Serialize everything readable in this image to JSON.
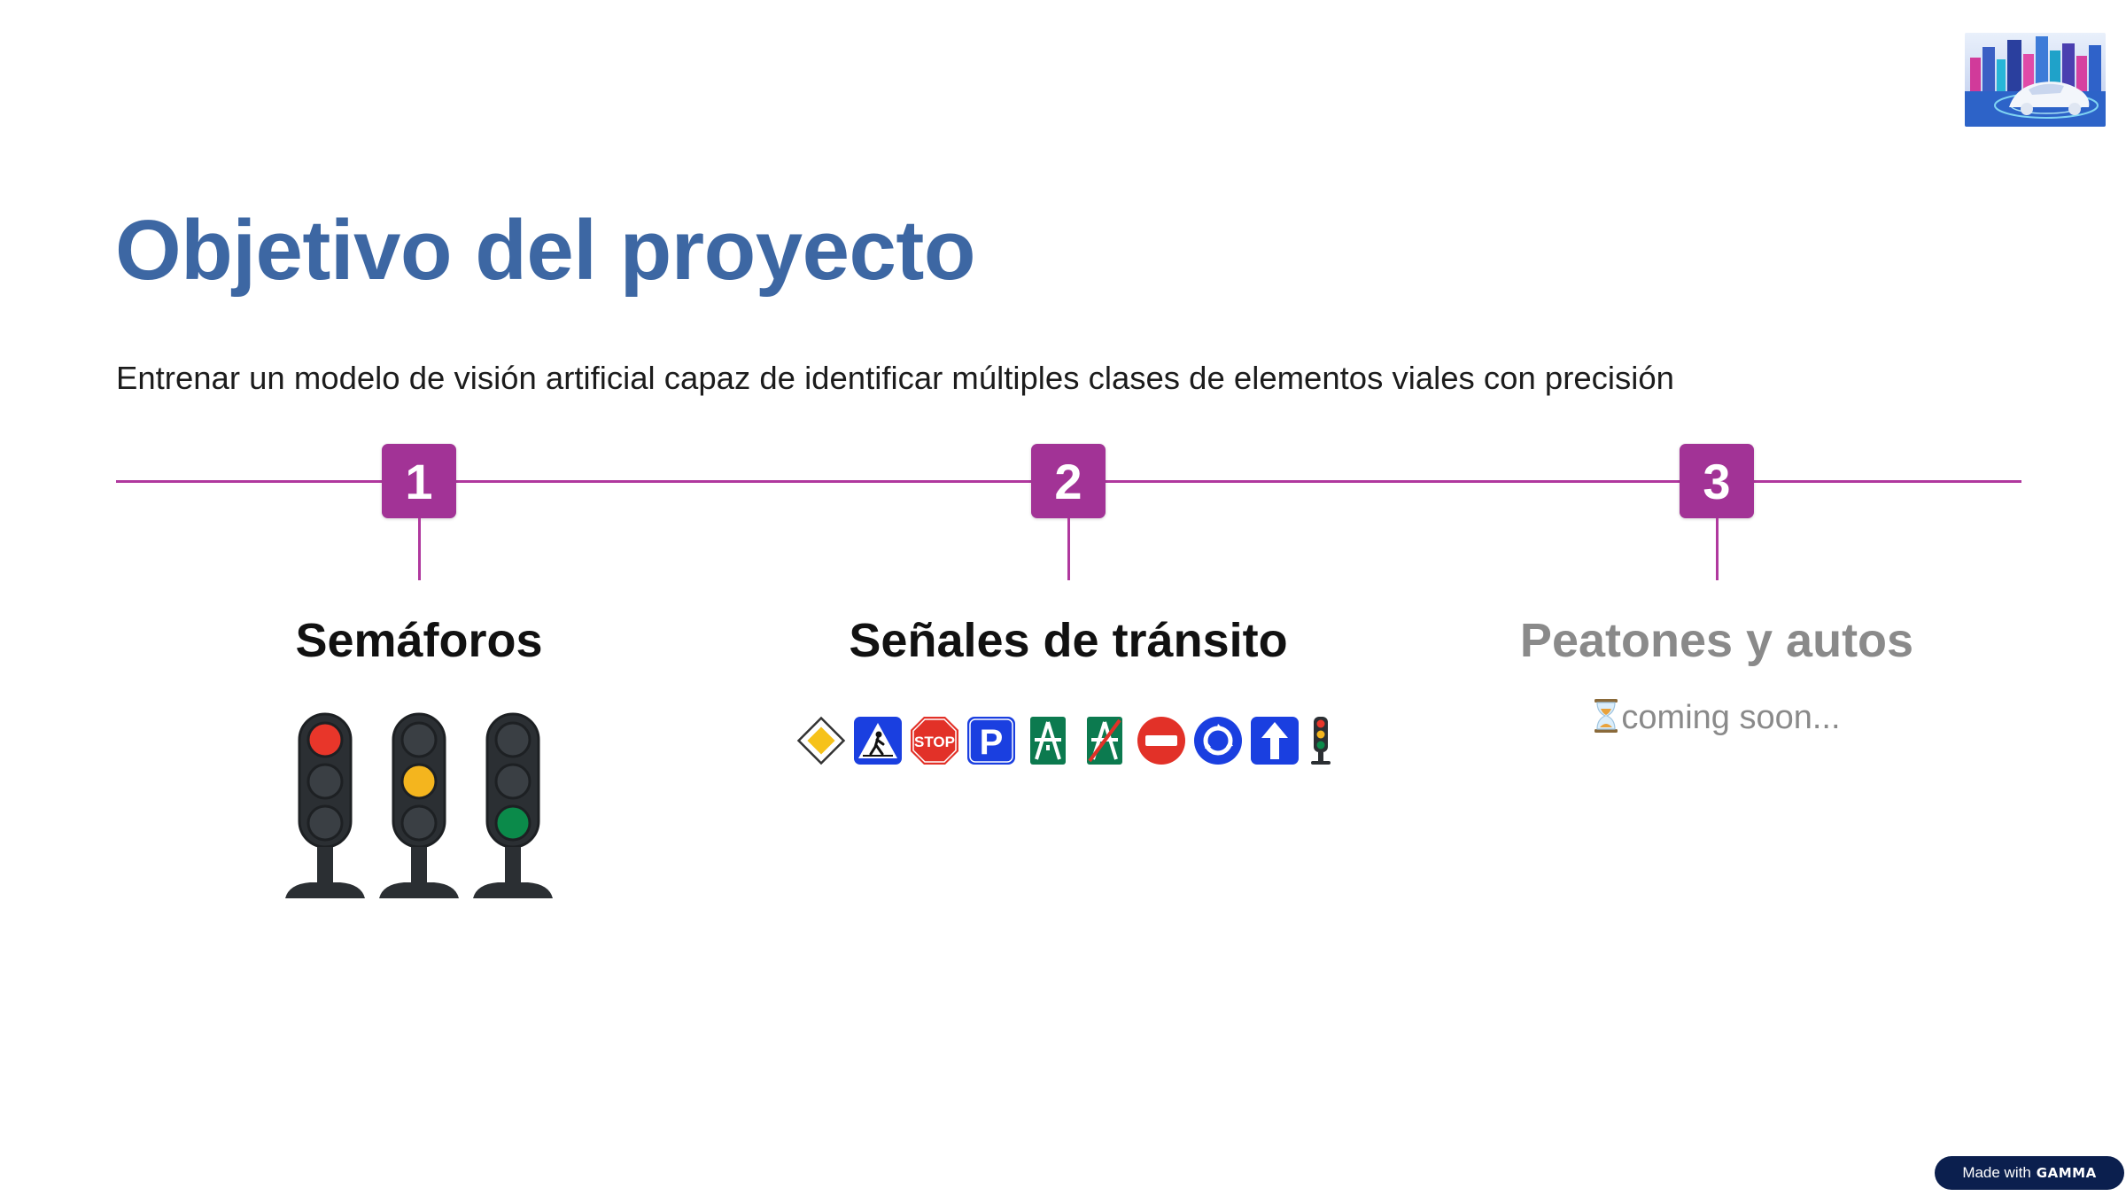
{
  "slide": {
    "title": "Objetivo del proyecto",
    "subtitle": "Entrenar un modelo de visión artificial capaz de identificar múltiples clases de elementos viales con precisión"
  },
  "steps": [
    {
      "number": "1",
      "title": "Semáforos",
      "icon": "traffic-lights-icon"
    },
    {
      "number": "2",
      "title": "Señales de tránsito",
      "icon": "traffic-signs-icon"
    },
    {
      "number": "3",
      "title": "Peatones y autos",
      "status": "coming soon...",
      "status_icon": "hourglass-icon"
    }
  ],
  "traffic_signs": [
    "priority-road-sign-icon",
    "pedestrian-crossing-sign-icon",
    "stop-sign-icon",
    "parking-sign-icon",
    "motorway-sign-icon",
    "end-of-motorway-sign-icon",
    "no-entry-sign-icon",
    "roundabout-sign-icon",
    "one-way-sign-icon",
    "traffic-light-sign-icon"
  ],
  "stop_text": "STOP",
  "parking_text": "P",
  "badge": {
    "prefix": "Made with",
    "brand": "GAMMA"
  },
  "colors": {
    "title": "#3d67a3",
    "accent": "#a23396",
    "timeline": "#b0389e",
    "muted": "#8a8a8a",
    "badge_bg": "#0b1f4e"
  }
}
